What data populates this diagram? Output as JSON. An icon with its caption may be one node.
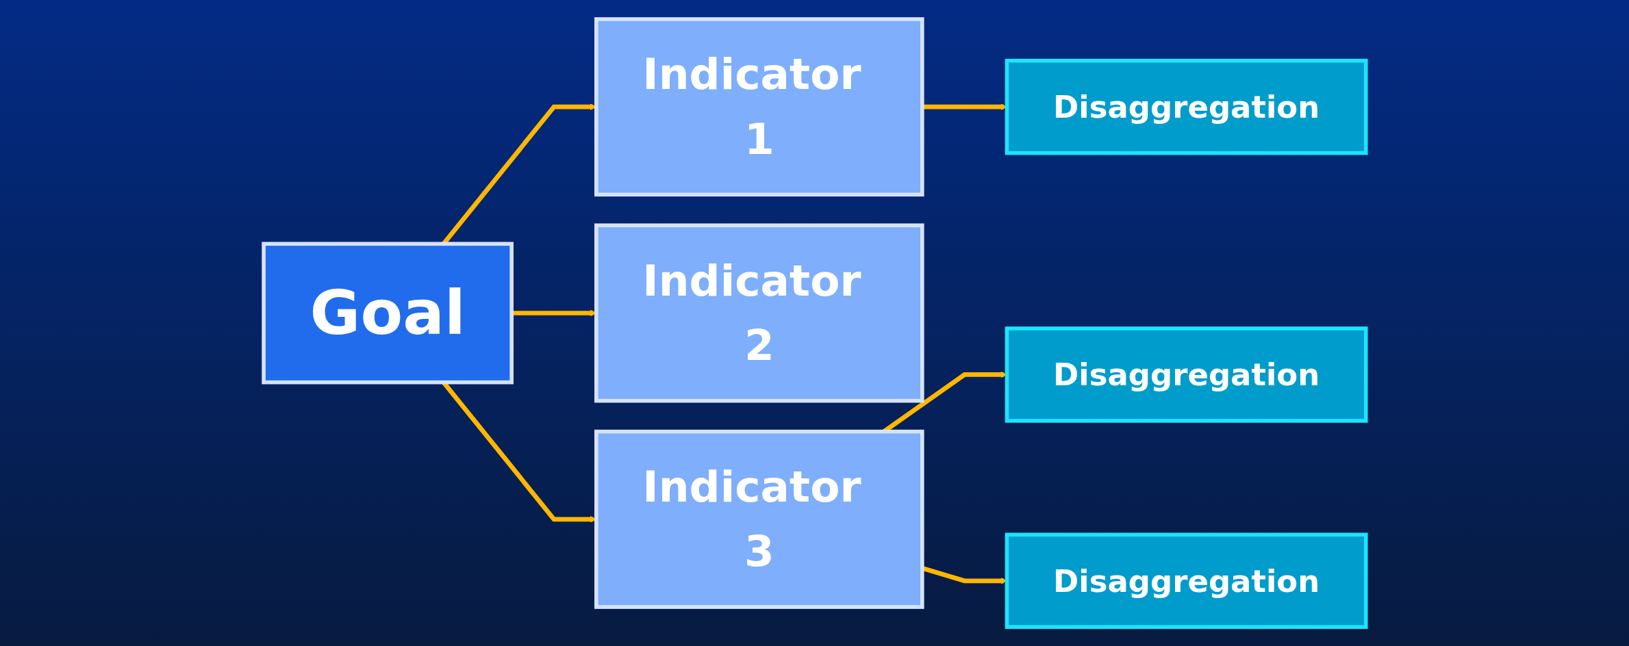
{
  "diagram": {
    "nodes": [
      {
        "text": [
          "Goal"
        ]
      },
      {
        "text": [
          "Indicator 1"
        ]
      },
      {
        "text": [
          "Indicator 2"
        ]
      },
      {
        "text": [
          "Indicator 3"
        ]
      },
      {
        "text": [
          "Disaggregation"
        ]
      },
      {
        "text": [
          "Disaggregation"
        ]
      },
      {
        "text": [
          "Disaggregation"
        ]
      }
    ],
    "edges": [
      {
        "from": 0,
        "to": 1,
        "arrow": "to"
      },
      {
        "from": 0,
        "to": 2,
        "arrow": "to"
      },
      {
        "from": 0,
        "to": 3,
        "arrow": "to"
      },
      {
        "from": 1,
        "to": 4,
        "arrow": "to"
      },
      {
        "from": 3,
        "to": 5,
        "arrow": "to"
      },
      {
        "from": 3,
        "to": 6,
        "arrow": "to"
      }
    ]
  }
}
